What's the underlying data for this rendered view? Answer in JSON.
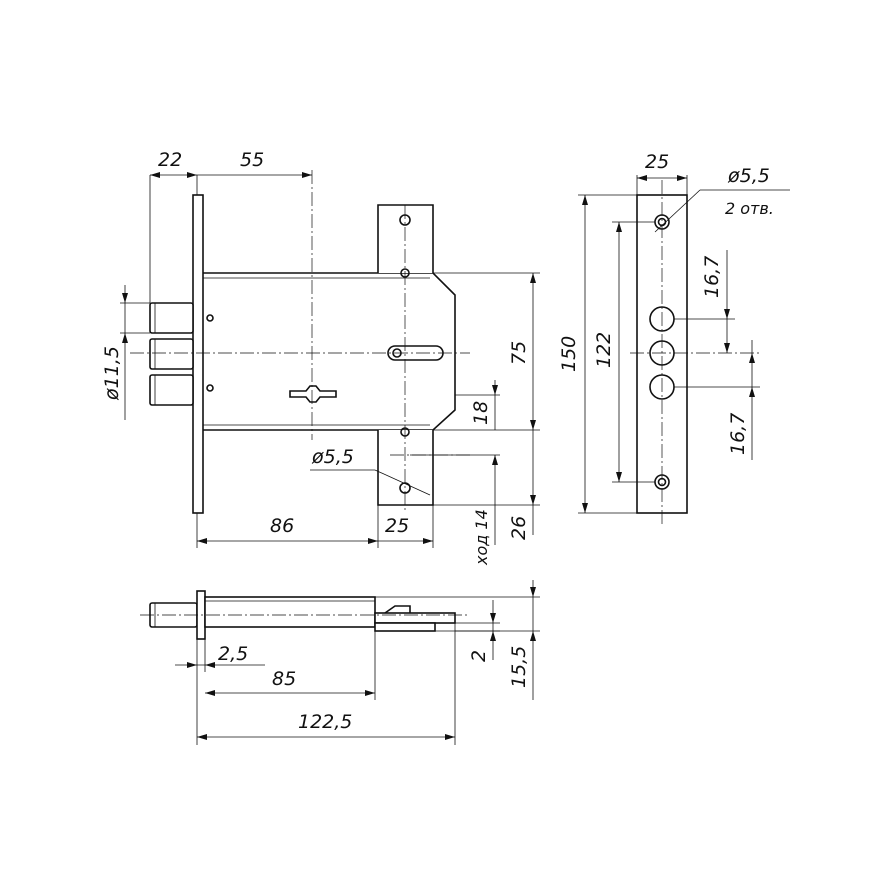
{
  "dimensions": {
    "d22": "22",
    "d55": "55",
    "d11_5": "ø11,5",
    "d75": "75",
    "d150": "150",
    "d122": "122",
    "d18": "18",
    "d5_5_front": "ø5,5",
    "d86": "86",
    "d25_bottom": "25",
    "stroke14": "ход 14",
    "d26": "26",
    "d25_plate": "25",
    "d5_5_plate": "ø5,5",
    "holes2": "2 отв.",
    "d16_7_top": "16,7",
    "d16_7_bottom": "16,7",
    "d2_5": "2,5",
    "d85": "85",
    "d122_5": "122,5",
    "d2": "2",
    "d15_5": "15,5"
  }
}
